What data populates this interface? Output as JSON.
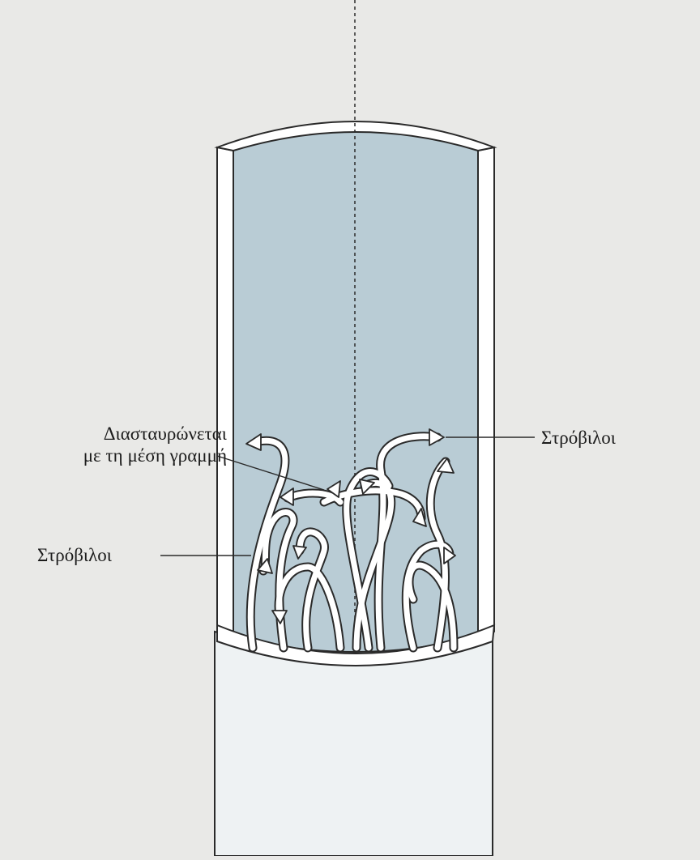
{
  "labels": {
    "crosses_midline_line1": "Διασταυρώνεται",
    "crosses_midline_line2": "με τη μέση γραμμή",
    "vortices_right": "Στρόβιλοι",
    "vortices_left": "Στρόβιλοι"
  },
  "colors": {
    "background": "#e9e9e7",
    "fluid": "#b9ccd5",
    "tube_wall": "#ffffff",
    "outline": "#2a2a2a",
    "lower_tube": "#eef2f3"
  }
}
